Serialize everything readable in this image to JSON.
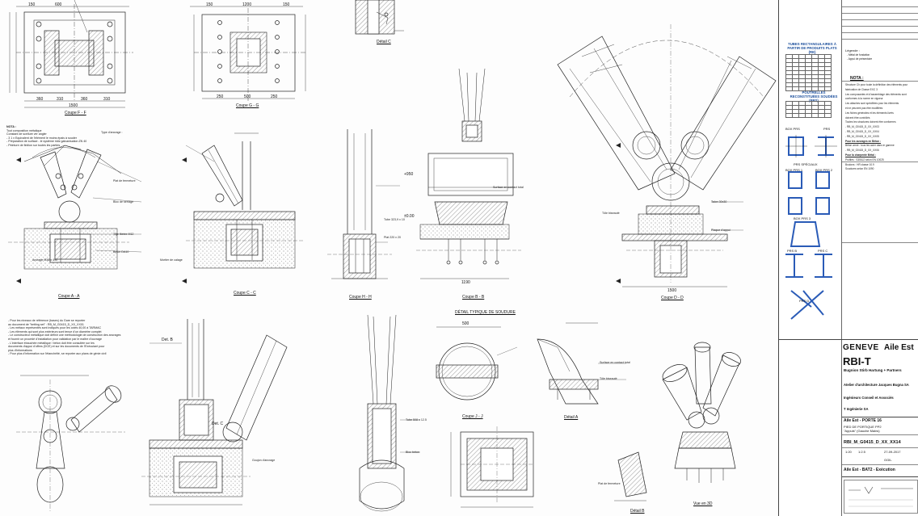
{
  "sections": {
    "ff": "Coupe F - F",
    "gg": "Coupe G - G",
    "detc": "Détail C",
    "aa": "Coupe A - A",
    "cc": "Coupe C - C",
    "hh": "Coupe H - H",
    "bb": "Coupe B - B",
    "dd": "Coupe D - D",
    "jj": "Coupe J - J",
    "deta": "Détail A",
    "detb": "Détail B",
    "vue3d": "Vue en 3D",
    "soudure": "DÉTAIL TYPIQUE DE SOUDURE"
  },
  "dims": {
    "ff": [
      "150",
      "600",
      "1500",
      "360",
      "310",
      "360",
      "310"
    ],
    "gg": [
      "150",
      "1200",
      "150",
      "250",
      "500",
      "250"
    ],
    "dd_bottom": "1500",
    "bb_bottom": "1190",
    "jj_top": "500",
    "m1": "±0.00",
    "m2": "+950"
  },
  "labels": {
    "note_title": "NOTA :",
    "nota_left": [
      "Tout composition métalique",
      "Constant de scellure ver angler",
      "- 3 1 x Equivalent de l'élément le moins épais à souder",
      "- Préparation de surface - le système ridiz galvanisation ZN 40",
      "- Peinture de finition sur toutes les parties"
    ],
    "appo": "Type d'ancrage :",
    "a1": "Plat de fermeture",
    "a2": "Bloc de serrage",
    "a3": "Tige filetée M12",
    "a4": "Béton DA10",
    "a5": "Mortier de calage",
    "a6": "Tube 323,9 x 10",
    "a7": "Plat 220 x 20",
    "a8": "Surface en contact total",
    "a9": "Tôle biseauté",
    "a10": "Ancrage M36 x 490",
    "a11": "Talon 30x30",
    "a12": "Plaque d'appui",
    "a13": "Goujon d'ancrage",
    "a14": "Tube 508 x 12.5",
    "a15": "Bloc béton",
    "a16": "Plat de fermeture",
    "a17": "Surface en contact total",
    "a18": "Tôle biseauté",
    "detb_mark": "Det. B",
    "detc_mark": "Det. C",
    "nota_bottom": [
      "- Pour les niveaux de référence (bases) du Gare se reporter",
      "  au document de \"betting set\" : RB_M_G0415_D_XX_XX01",
      "- Les métaux représentés sont indiqués pour les cotes 40,00 à TARMAC",
      "- Les éléments qui sont plus extérieurs sont tenue d'un diamètre complet",
      "- Le constructeur métallique doit définir une méthodologie de construction des ancrages",
      "  et fournir un procédé d'installation pour validation par le maître d'ouvrage",
      "- L'interface ébauchée métallique / béton doit être consultée sur les",
      "  documents d'appui d'offres (DCE) et sur les documents de l'Exécutant pour",
      "  plus d'informations",
      "- Pour plus d'information sur l'étanchéité, se reporter aux plans de génie civil"
    ]
  },
  "title_block": {
    "profiles_title": "TUBES RECTANGULAIRES À PARTIR DE PRODUITS PLATS (RE)",
    "poutrelles_title": "POUTRELLES RECONSTITUÉES SOUDÉES (PRS)",
    "box_prs": "BOX PRS",
    "prs": "PRS",
    "prs_speciaux": "PRS SPÉCIAUX",
    "box_prs1": "BOX PRS 1",
    "box_prs2": "BOX PRS 2",
    "box_prs3": "BOX PRS 3",
    "prs_b": "PRS B",
    "prs_c": "PRS C",
    "prs_d": "PRS D",
    "nota": "NOTA :",
    "nota_lines": [
      "Structure Ch pour toute la définition des éléments pour",
      "fabrication de Classe EXC 3",
      "Les composantes et d'assemblage des éléments sont",
      "conformes à la norme en vigueur",
      "Les attaches sont spécifiées pour les éléments",
      "et ne peuvent pas être modifiées",
      "Les fiches générales et les éléments livrés",
      "doivent être contrôlés",
      "Toutes les structures doivent être conformes",
      "- RB_M_G0415_D_XX_XX03",
      "- RB_M_G0415_D_XX_XX04",
      "- RB_M_G0415_D_XX_XX05",
      "Pour les ouvrages en Béton :",
      "Béton armé : tous les acier dans le gamme",
      "- RB_M_G0415_D_XX_XX06",
      "Pour la charpente Métal :",
      "Profilés : S355J2 selon EN 10025",
      "Boulons : HR classe 10.9",
      "Soudures selon EN 1090"
    ],
    "legend": "Légende :",
    "legend_items": [
      "- Métal de fondation",
      "- Appui de présentoire"
    ],
    "geneve": "GENEVE",
    "aile_est": "Aile Est",
    "rbt": "RBI-T",
    "firm": "Bugnion Stirb Hartung + Partners",
    "firm2": "Atelier d'architecture Jacques Bugna SA",
    "firm3": "Ingénieurs Conseil et Associés",
    "firm4": "T Ingénierie SA",
    "project": "Aile Est - PORTE 16",
    "project2": "PIED DE PORTIQUE PP2",
    "project3": "\"Appuis\" (Gauche Mains)",
    "drawing_no": "RBI_M_G0415_D_XX_XX14",
    "scale": "1:20",
    "scale2": "1:2.5",
    "date": "27-09-2017",
    "author": "GGIL",
    "phase": "Aile Est - BAT2 - Exécution"
  }
}
